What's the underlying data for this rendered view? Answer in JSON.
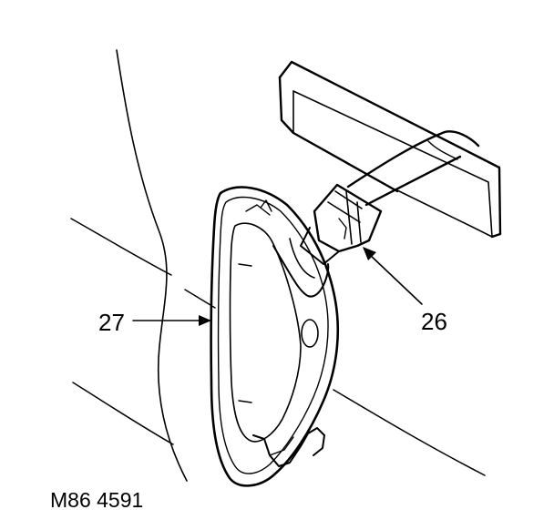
{
  "figure": {
    "code": "M86 4591",
    "callouts": [
      {
        "number": "27",
        "part": "side-repeater-lamp"
      },
      {
        "number": "26",
        "part": "harness-connector"
      }
    ]
  },
  "colors": {
    "ink": "#000000",
    "paper": "#ffffff"
  }
}
